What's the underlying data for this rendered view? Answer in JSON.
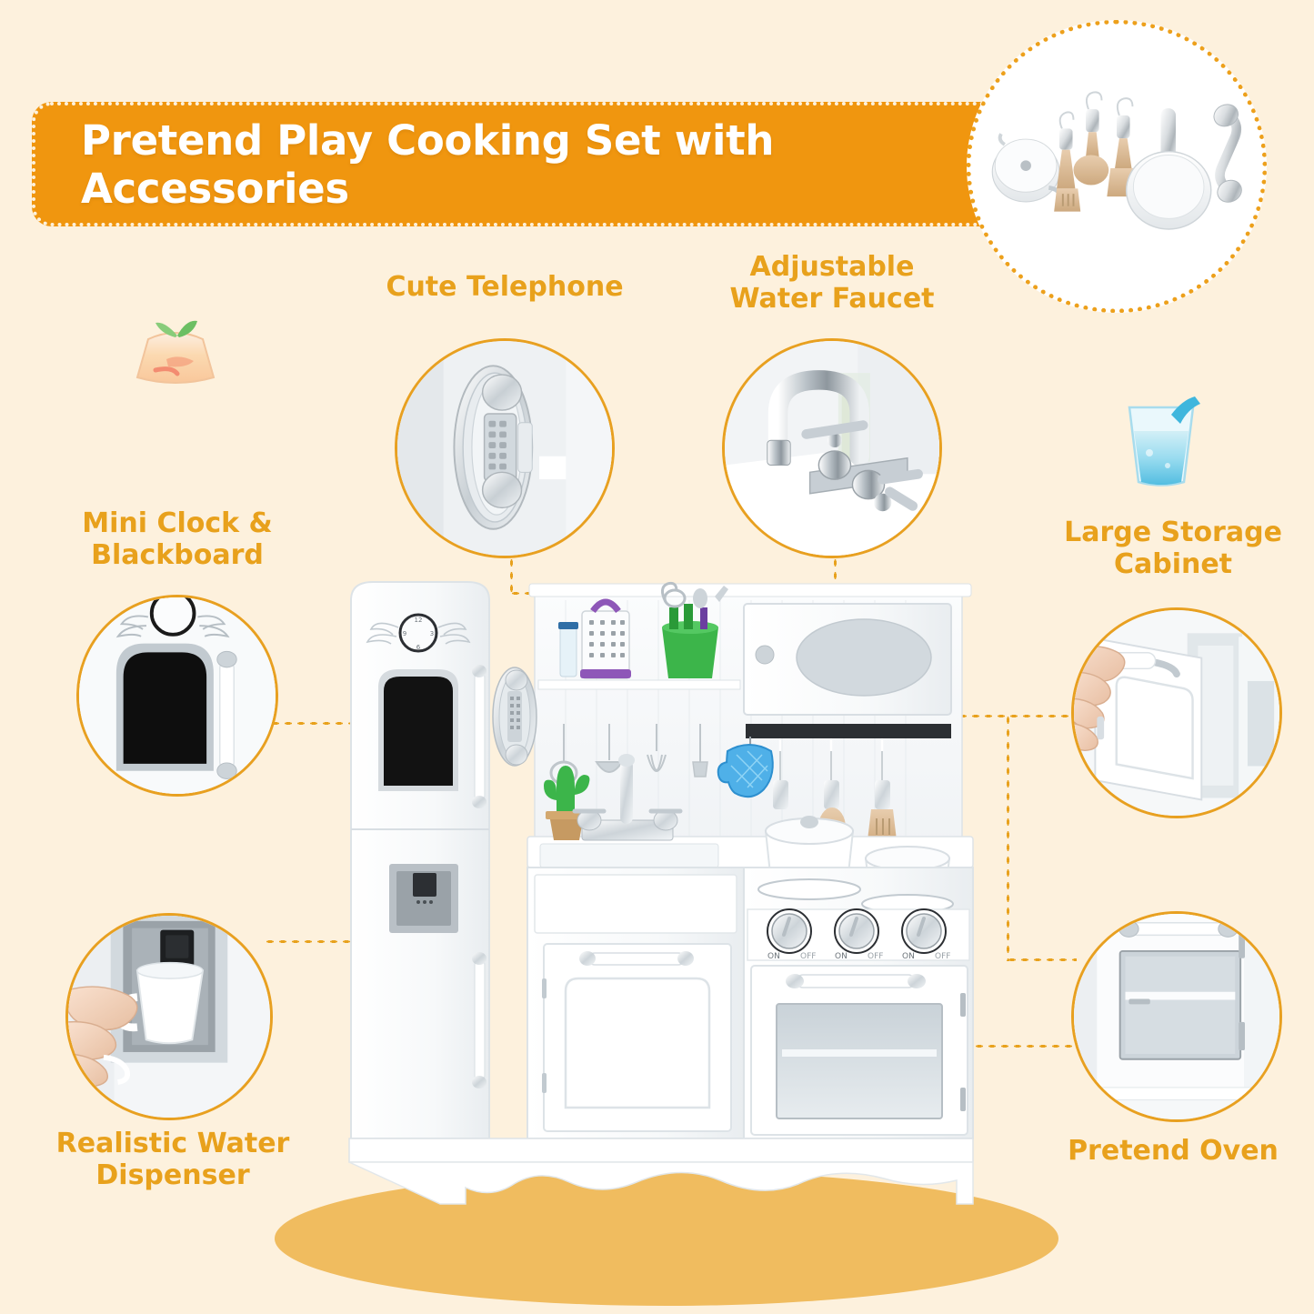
{
  "page": {
    "background_color": "#fdf1dd",
    "accent_color": "#e8a11c",
    "banner_color": "#f0960f",
    "floor_shadow_color": "#f0bc5f"
  },
  "banner": {
    "title": "Pretend Play Cooking Set with Accessories"
  },
  "accessories_inset": {
    "name": "cooking-accessories",
    "items": [
      "pot-with-lid",
      "slotted-spatula",
      "wooden-spoon",
      "wooden-turner",
      "frying-pan",
      "telephone-handset"
    ]
  },
  "callouts": [
    {
      "id": "cute-telephone",
      "label": "Cute Telephone",
      "icon": "telephone-icon"
    },
    {
      "id": "water-faucet",
      "label": "Adjustable\nWater Faucet",
      "icon": "faucet-icon"
    },
    {
      "id": "clock-blackboard",
      "label": "Mini Clock &\nBlackboard",
      "icon": "blackboard-icon"
    },
    {
      "id": "storage-cabinet",
      "label": "Large Storage\nCabinet",
      "icon": "cabinet-icon"
    },
    {
      "id": "water-dispenser",
      "label": "Realistic Water\nDispenser",
      "icon": "dispenser-icon"
    },
    {
      "id": "pretend-oven",
      "label": "Pretend Oven",
      "icon": "oven-icon"
    }
  ],
  "decor": {
    "left_icon": "fruit-jelly-icon",
    "right_icon": "blue-drink-icon"
  },
  "product": {
    "name": "wooden-play-kitchen",
    "stove_knobs": [
      {
        "on": "ON",
        "off": "OFF"
      },
      {
        "on": "ON",
        "off": "OFF"
      },
      {
        "on": "ON",
        "off": "OFF"
      }
    ],
    "clock_numbers": [
      "12",
      "3",
      "6",
      "9"
    ]
  }
}
